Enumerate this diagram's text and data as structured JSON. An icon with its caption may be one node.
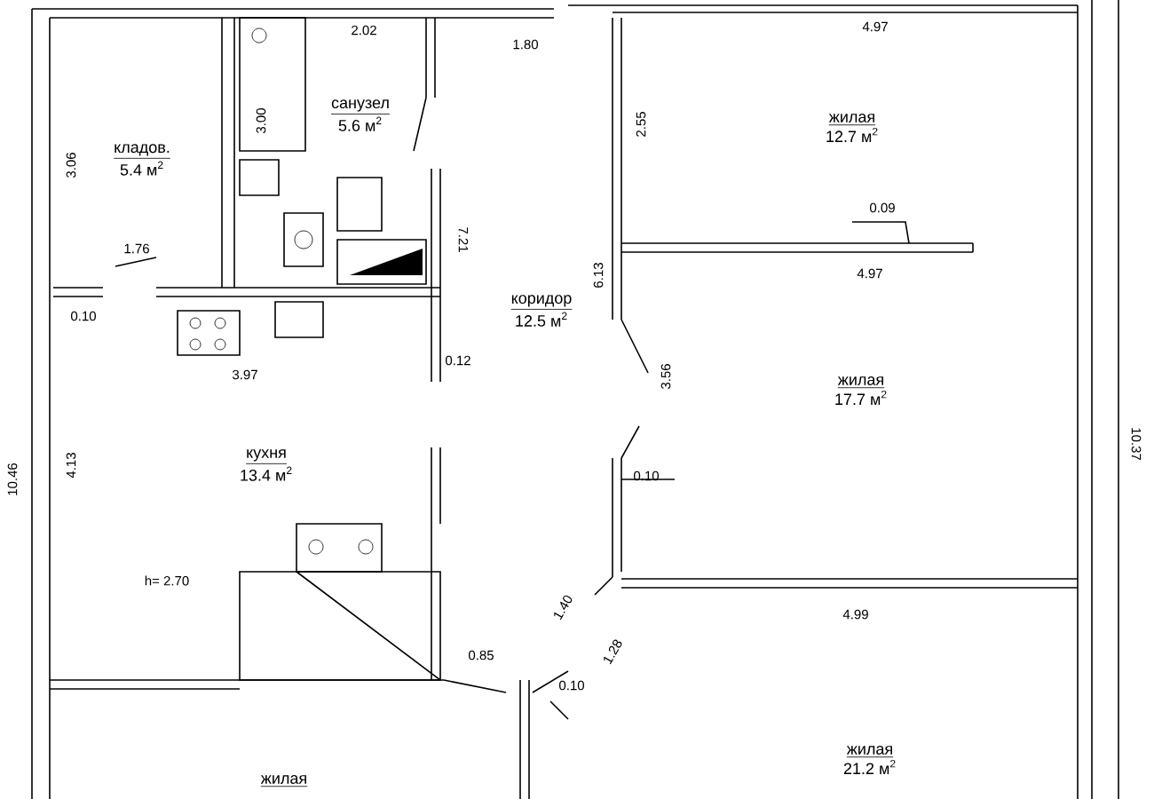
{
  "diagram": {
    "nodes": [
      {
        "text": [
          "кладов.",
          "5.4 м$^{2}$"
        ]
      },
      {
        "text": [
          "санузел",
          "5.6 м$^{2}$"
        ]
      },
      {
        "text": [
          "коридор",
          "12.5 м$^{2}$"
        ]
      },
      {
        "text": [
          "кухня",
          "13.4 м$^{2}$"
        ]
      },
      {
        "text": [
          "жилая",
          "12.7 м$^{2}$"
        ]
      },
      {
        "text": [
          "жилая",
          "17.7 м$^{2}$"
        ]
      },
      {
        "text": [
          "жилая",
          "21.2 м$^{2}$"
        ]
      },
      {
        "text": [
          "жилая"
        ]
      }
    ],
    "labels": [
      "2.02",
      "1.80",
      "3.00",
      "3.06",
      "1.76",
      "0.10",
      "7.21",
      "0.12",
      "3.97",
      "4.97",
      "2.55",
      "0.09",
      "4.97",
      "6.13",
      "3.56",
      "10.46",
      "4.13",
      "h= 2.70",
      "0.85",
      "1.40",
      "1.28",
      "0.10",
      "0.10",
      "4.99",
      "10.37"
    ]
  }
}
